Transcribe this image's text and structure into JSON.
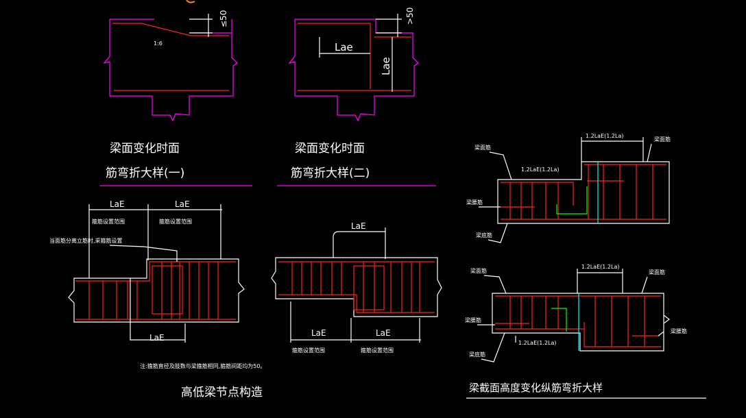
{
  "detail1": {
    "slope": "1:6",
    "dim": "≤50",
    "title_line1": "梁面变化时面",
    "title_line2": "筋弯折大样(一)"
  },
  "detail2": {
    "dim": ">50",
    "lae_h": "Lae",
    "lae_v": "Lae",
    "title_line1": "梁面变化时面",
    "title_line2": "筋弯折大样(二)"
  },
  "detail3": {
    "lae_left": "LaE",
    "lae_right": "LaE",
    "lae_bottom": "LaE",
    "label_left": "箍筋设置范围",
    "label_right": "箍筋设置范围",
    "label_long": "当面筋分离立筋时,采箍筋设置",
    "note": "注:箍筋直径及肢数与梁箍筋相同,箍筋间距均为50。",
    "title": "高低梁节点构造"
  },
  "detail4": {
    "lae_top": "LaE",
    "lae_left": "LaE",
    "lae_right": "LaE",
    "label_left": "箍筋设置范围",
    "label_right": "箍筋设置范围"
  },
  "detail5": {
    "dim_top": "1.2LaE(1.2La)",
    "dim_left": "1.2LaE(1.2La)",
    "label_top_left": "梁面筋",
    "label_top_right": "梁面筋",
    "label_mid": "梁腰筋",
    "label_bottom": "梁底筋"
  },
  "detail6": {
    "dim_top": "1.2LaE(1.2La)",
    "dim_bottom": "1.2LaE(1.2La)",
    "label_top_left": "梁面筋",
    "label_top_right": "梁面筋",
    "label_mid": "梁腰筋",
    "label_right": "梁腰筋",
    "label_bottom": "梁底筋",
    "title": "梁截面高度变化纵筋弯折大样"
  },
  "colors": {
    "background": "#000000",
    "outline": "#ff00ff",
    "rebar": "#ff2020",
    "dimension": "#ffffff",
    "highlight": "#00ff00",
    "aux": "#00ffff"
  }
}
